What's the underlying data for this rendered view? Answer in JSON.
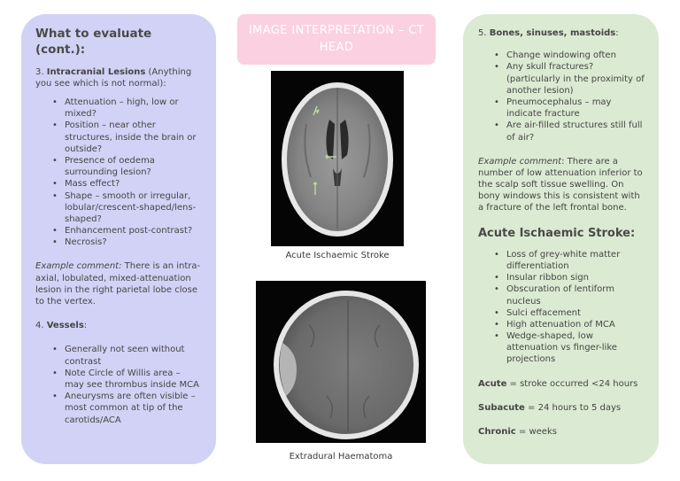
{
  "title": "IMAGE INTERPRETATION – CT HEAD",
  "left": {
    "heading": "What to evaluate (cont.):",
    "section3": {
      "num": "3. ",
      "bold": "Intracranial Lesions",
      "rest": " (Anything you see which is not normal):",
      "items": [
        "Attenuation – high, low or mixed?",
        "Position – near other structures, inside the brain or outside?",
        "Presence of oedema surrounding lesion?",
        "Mass effect?",
        "Shape – smooth or irregular, lobular/crescent-shaped/lens-shaped?",
        "Enhancement post-contrast?",
        "Necrosis?"
      ]
    },
    "example": {
      "label": "Example comment:",
      "text": " There is an intra-axial, lobulated, mixed-attenuation lesion in the right parietal lobe close to the vertex."
    },
    "section4": {
      "num": "4. ",
      "bold": "Vessels",
      "rest": ":",
      "items": [
        "Generally not seen without contrast",
        "Note Circle of Willis area – may see thrombus inside MCA",
        "Aneurysms are often visible – most common at tip of the carotids/ACA"
      ]
    }
  },
  "center": {
    "caption1": "Acute Ischaemic Stroke",
    "caption2": "Extradural Haematoma"
  },
  "right": {
    "section5": {
      "num": "5. ",
      "bold": "Bones, sinuses, mastoids",
      "rest": ":",
      "items": [
        "Change windowing often",
        "Any skull fractures? (particularly in the proximity of another lesion)",
        "Pneumocephalus – may indicate fracture",
        "Are air-filled structures still full of air?"
      ]
    },
    "example": {
      "label": "Example comment",
      "text": ": There are a number of low attenuation inferior to the scalp soft tissue swelling. On bony windows this is consistent with a fracture of the left frontal bone."
    },
    "stroke_heading": "Acute Ischaemic Stroke:",
    "stroke_items": [
      "Loss of grey-white matter differentiation",
      "Insular ribbon sign",
      "Obscuration of lentiform nucleus",
      "Sulci effacement",
      "High attenuation of MCA",
      "Wedge-shaped, low attenuation vs finger-like projections"
    ],
    "defs": [
      {
        "term": "Acute",
        "desc": " = stroke occurred <24 hours"
      },
      {
        "term": "Subacute",
        "desc": " = 24 hours to 5 days"
      },
      {
        "term": "Chronic",
        "desc": " = weeks"
      }
    ]
  }
}
